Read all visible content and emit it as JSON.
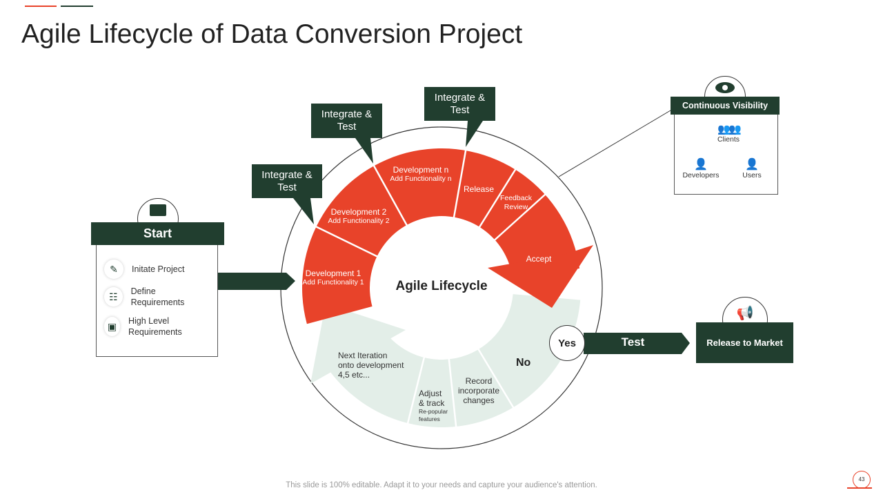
{
  "title": "Agile Lifecycle of Data Conversion Project",
  "colors": {
    "red": "#E8432A",
    "dark": "#213E2F",
    "light": "#E3EEE8"
  },
  "center_label": "Agile Lifecycle",
  "callouts": [
    "Integrate & Test",
    "Integrate & Test",
    "Integrate & Test"
  ],
  "segments": {
    "dev1": [
      "Development 1",
      "Add Functionality 1"
    ],
    "dev2": [
      "Development 2",
      "Add Functionality 2"
    ],
    "devn": [
      "Development n",
      "Add Functionality n"
    ],
    "release": "Release",
    "feedback": [
      "Feedback",
      "Review"
    ],
    "accept": "Accept",
    "next": [
      "Next Iteration",
      "onto development",
      "4,5 etc..."
    ],
    "adjust": [
      "Adjust",
      "& track",
      "Re-popular",
      "features"
    ],
    "record": [
      "Record",
      "incorporate",
      "changes"
    ],
    "no": "No"
  },
  "start": {
    "header": "Start",
    "items": [
      {
        "label": "Initate Project",
        "icon": "document-edit-icon"
      },
      {
        "label": "Define Requirements",
        "icon": "requirements-icon"
      },
      {
        "label": "High Level Requirements",
        "icon": "clipboard-icon"
      }
    ]
  },
  "yes": "Yes",
  "test": "Test",
  "release_market": "Release to Market",
  "visibility": {
    "header": "Continuous Visibility",
    "clients": "Clients",
    "developers": "Developers",
    "users": "Users"
  },
  "footer": "This slide is 100% editable. Adapt it to your needs and capture your audience's attention.",
  "page_number": "43"
}
